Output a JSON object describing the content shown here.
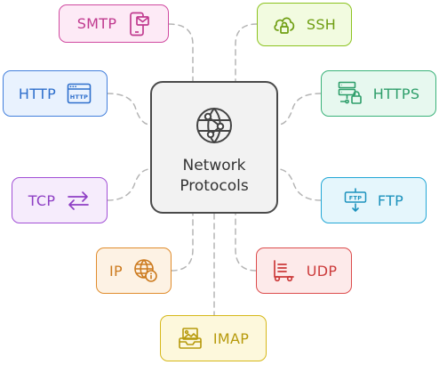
{
  "diagram": {
    "center": {
      "line1": "Network",
      "line2": "Protocols",
      "icon": "globe-network-icon"
    },
    "nodes": {
      "smtp": {
        "label": "SMTP",
        "icon": "smartphone-mail-icon",
        "color": "#c03a8f"
      },
      "ssh": {
        "label": "SSH",
        "icon": "cloud-lock-icon",
        "color": "#6f9e12"
      },
      "http": {
        "label": "HTTP",
        "icon": "http-window-icon",
        "color": "#2e6fcc"
      },
      "https": {
        "label": "HTTPS",
        "icon": "server-lock-icon",
        "color": "#2e9e6a"
      },
      "tcp": {
        "label": "TCP",
        "icon": "swap-arrows-icon",
        "color": "#8e3fc4"
      },
      "ftp": {
        "label": "FTP",
        "icon": "ftp-transfer-icon",
        "color": "#1c92bd"
      },
      "ip": {
        "label": "IP",
        "icon": "globe-info-icon",
        "color": "#cc7a1e"
      },
      "udp": {
        "label": "UDP",
        "icon": "hand-truck-icon",
        "color": "#cc3b3b"
      },
      "imap": {
        "label": "IMAP",
        "icon": "inbox-image-icon",
        "color": "#b79a0c"
      }
    }
  }
}
